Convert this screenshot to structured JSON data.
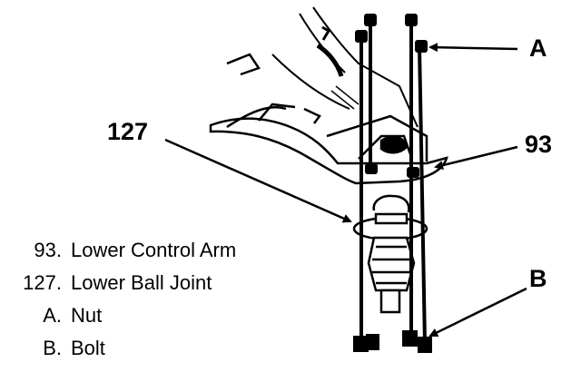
{
  "callouts": {
    "a": "A",
    "b": "B",
    "n93": "93",
    "n127": "127"
  },
  "legend": [
    {
      "key": "93.",
      "label": "Lower Control Arm"
    },
    {
      "key": "127.",
      "label": "Lower Ball Joint"
    },
    {
      "key": "A.",
      "label": "Nut"
    },
    {
      "key": "B.",
      "label": "Bolt"
    }
  ]
}
